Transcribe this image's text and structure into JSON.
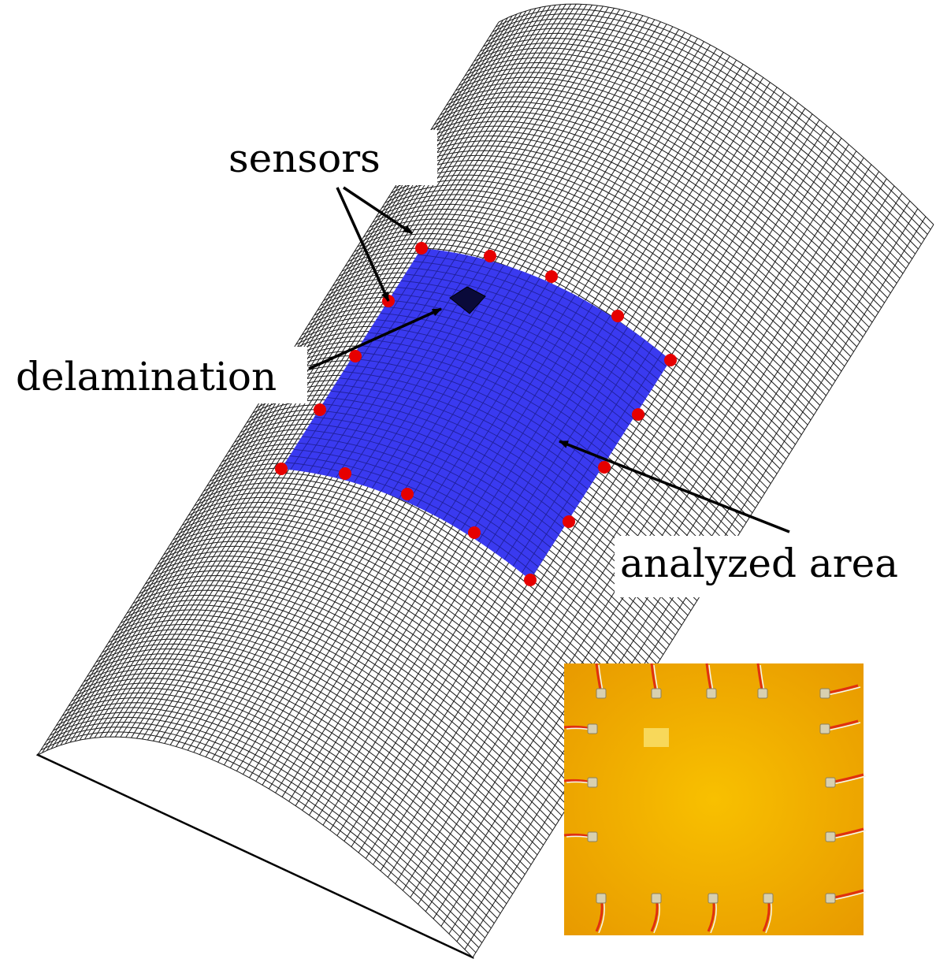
{
  "labels": {
    "sensors": "sensors",
    "delamination": "delamination",
    "analyzed_area": "analyzed area"
  },
  "colors": {
    "mesh_line": "#1a1a1a",
    "analyzed_area_fill": "#3a3af0",
    "analyzed_area_grid": "#20209a",
    "delamination": "#0a0a3a",
    "sensor": "#e60000",
    "photo_panel": "#f2a400",
    "photo_defect": "#f8d85a",
    "wire_red": "#e03010",
    "wire_white": "#f5f5f0"
  },
  "sensor_count": 16,
  "photo_sensor_count": 16
}
